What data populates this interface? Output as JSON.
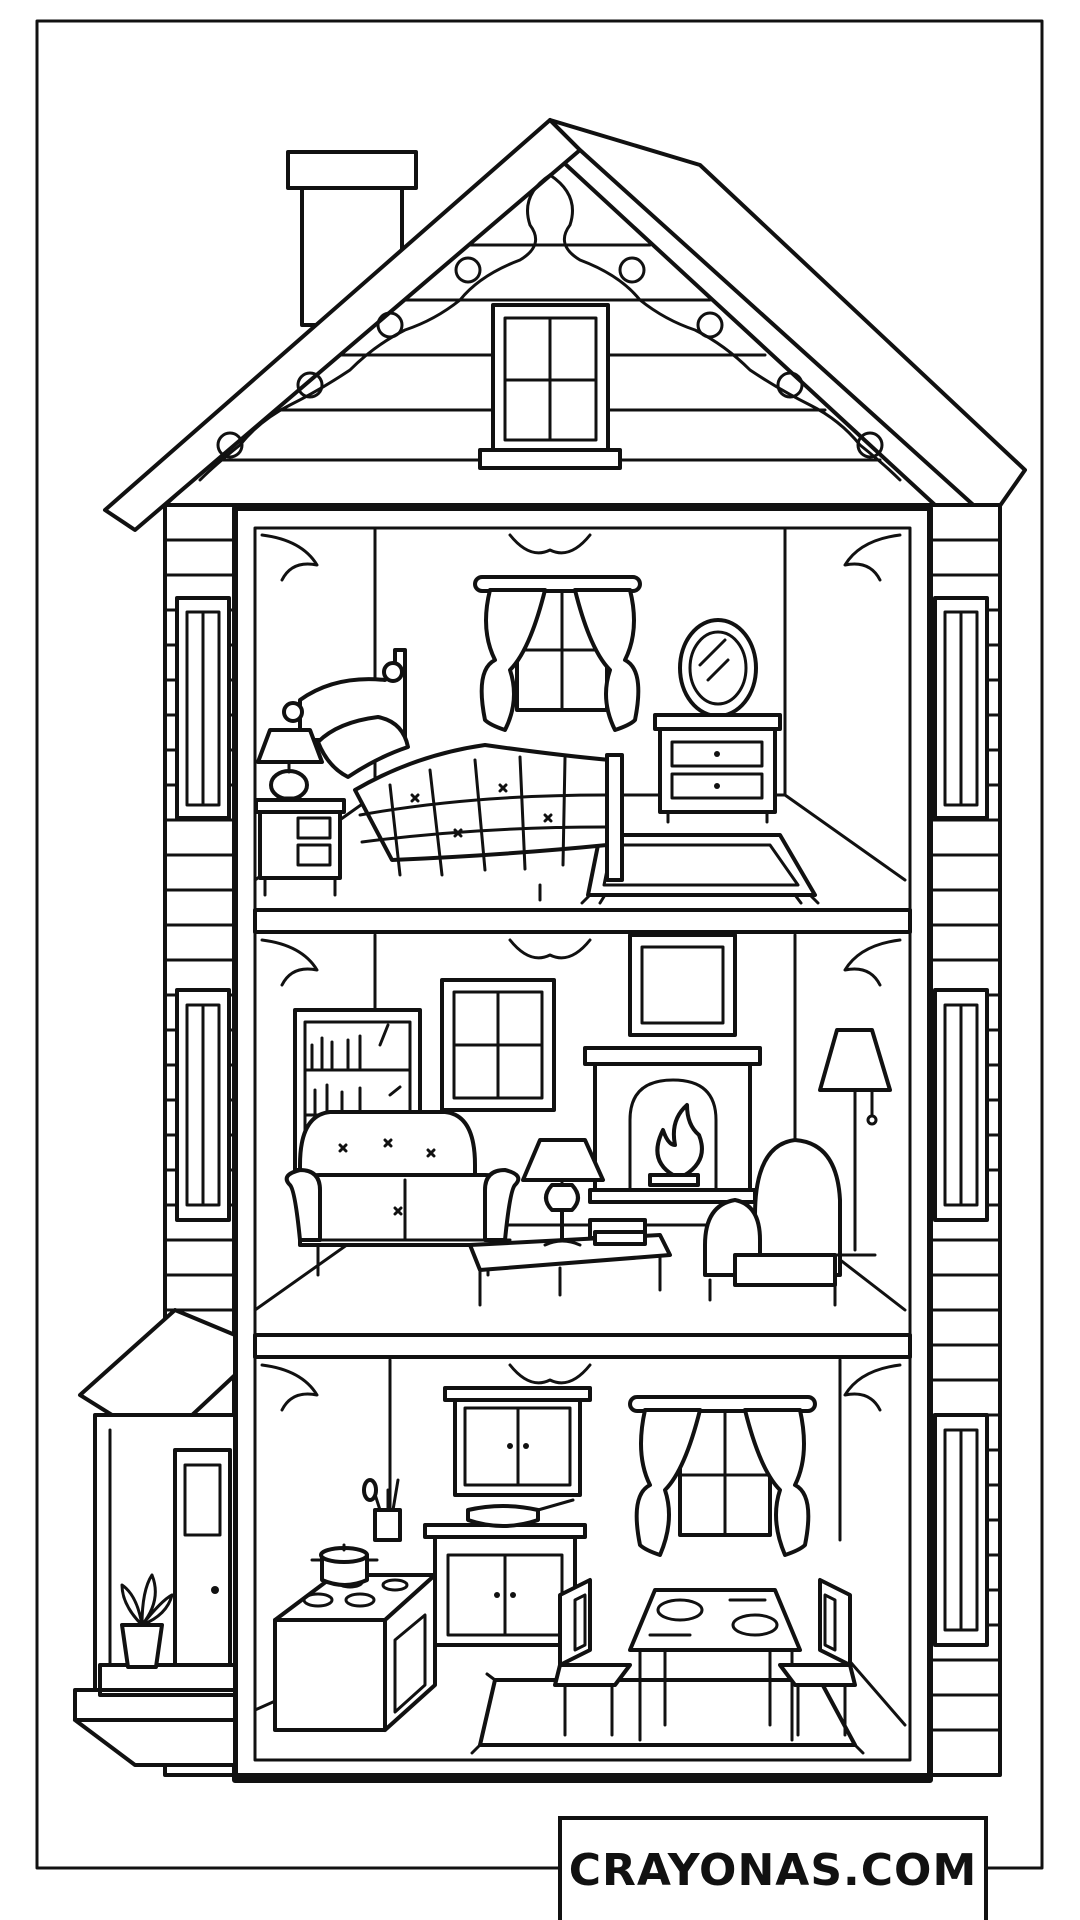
{
  "watermark": {
    "text": "CRAYONAS.COM"
  },
  "colors": {
    "ink": "#111111",
    "paper": "#ffffff"
  },
  "scene": {
    "subject": "dollhouse-coloring-page",
    "floors": [
      "bedroom",
      "living-room",
      "kitchen-dining"
    ]
  }
}
